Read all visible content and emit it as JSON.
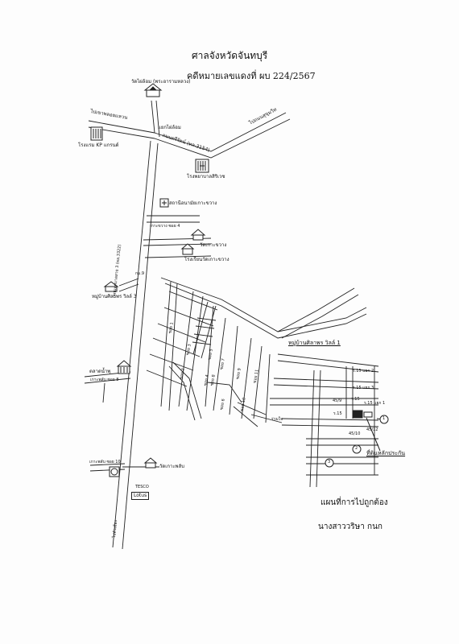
{
  "header": {
    "court": "ศาลจังหวัดจันทบุรี",
    "case_no": "คดีหมายเลขแดงที่ ผบ 224/2567"
  },
  "map": {
    "temple_top": "วัดไผ่ล้อม (พระอารามหลวง)",
    "junction": "แยกไผ่ล้อม",
    "to_left": "ไปเขาพลอยแหวน",
    "to_right": "ไปถนนสุขุมวิท",
    "highway_label": "ถนนตรีรัตน์ (ทล.3154)",
    "hotel": "โรงแรม KP แกรนด์",
    "hospital": "โรงพยาบาลสิริเวช",
    "station": "สถานีอนามัยเกาะขวาง",
    "soi_ko_khwang_4": "เกาะขวาง ซอย 4",
    "temple_ko_khwang": "วัดเกาะขวาง",
    "school": "โรงเรียนวัดเกาะขวาง",
    "km9": "กม.9",
    "village3": "หมู่บ้านศิลาพร วิลล์ 3",
    "main_road": "ถนนเทศบาลสาย 3 (ทล.3322)",
    "village1": "หมู่บ้านศิลาพร วิลล์ 1",
    "market": "ตลาดน้ำพุ",
    "soi_ko_phlap_8": "เกาะพลับ ซอย 8",
    "soi_ko_phlap_10": "เกาะพลับ ซอย 10",
    "temple_phlap": "วัดเกาะพลับ",
    "tesco": "TESCO",
    "lotus": "Lotus",
    "bottom_road": "ไปตัวเมือง",
    "soi_labels": [
      "ซอย 1",
      "ซอย 2",
      "ซอย 3",
      "ซอย 4",
      "ซอย 5",
      "ซอย 6",
      "ซอย 7",
      "ซอย 8",
      "ซอย 9",
      "ซอย 10",
      "ซอย 11"
    ],
    "ruamjai": "ร่วมใจ",
    "right_labels": {
      "ro2": "ร.15 แยก 2",
      "ro3": "ร.15 แยก 3",
      "ro1": "ร.15 แยก 1",
      "h45_9": "45/9",
      "h45_12": "45/12",
      "h45_10": "45/10",
      "small1": "ร.15",
      "small2": "ร.15"
    },
    "circle_1": "1",
    "circle_2": "2",
    "circle_3": "3",
    "collateral": "ที่ดินหลักประกัน"
  },
  "footer": {
    "caption": "แผนที่การไปถูกต้อง",
    "signer": "นางสาววริษา  กนก"
  }
}
